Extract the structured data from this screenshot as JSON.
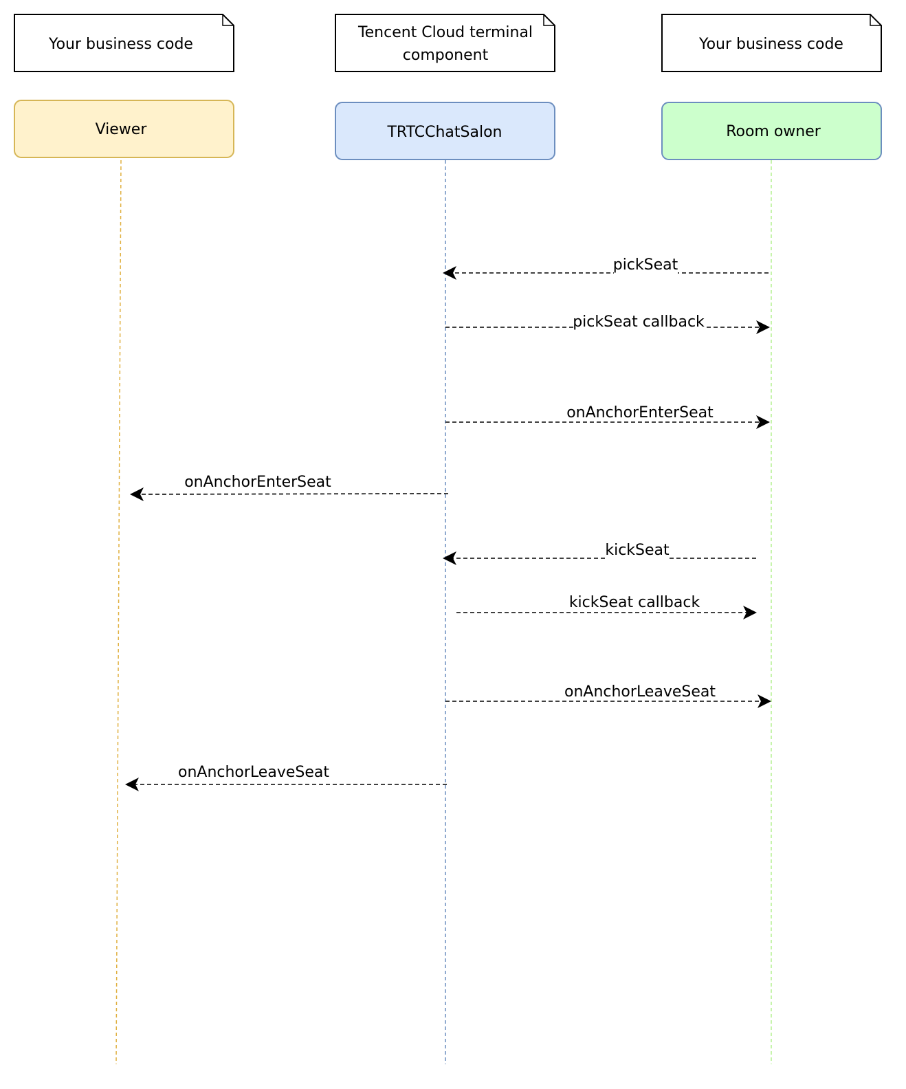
{
  "notes": [
    {
      "lines": [
        "Your business code"
      ]
    },
    {
      "lines": [
        "Tencent Cloud terminal",
        "component"
      ]
    },
    {
      "lines": [
        "Your business code"
      ]
    }
  ],
  "actors": [
    {
      "label": "Viewer",
      "fill": "#fff2cc",
      "stroke": "#d6b656",
      "lifeline": "#e0b040"
    },
    {
      "label": "TRTCChatSalon",
      "fill": "#dae8fc",
      "stroke": "#6c8ebf",
      "lifeline": "#6c8ebf"
    },
    {
      "label": "Room owner",
      "fill": "#ccffcc",
      "stroke": "#6c8ebf",
      "lifeline": "#b3f08f"
    }
  ],
  "messages": [
    {
      "label": "pickSeat",
      "from": "Room owner",
      "to": "TRTCChatSalon"
    },
    {
      "label": "pickSeat callback",
      "from": "TRTCChatSalon",
      "to": "Room owner"
    },
    {
      "label": "onAnchorEnterSeat",
      "from": "TRTCChatSalon",
      "to": "Room owner"
    },
    {
      "label": "onAnchorEnterSeat",
      "from": "TRTCChatSalon",
      "to": "Viewer"
    },
    {
      "label": "kickSeat",
      "from": "Room owner",
      "to": "TRTCChatSalon"
    },
    {
      "label": "kickSeat callback",
      "from": "TRTCChatSalon",
      "to": "Room owner"
    },
    {
      "label": "onAnchorLeaveSeat",
      "from": "TRTCChatSalon",
      "to": "Room owner"
    },
    {
      "label": "onAnchorLeaveSeat",
      "from": "TRTCChatSalon",
      "to": "Viewer"
    }
  ]
}
